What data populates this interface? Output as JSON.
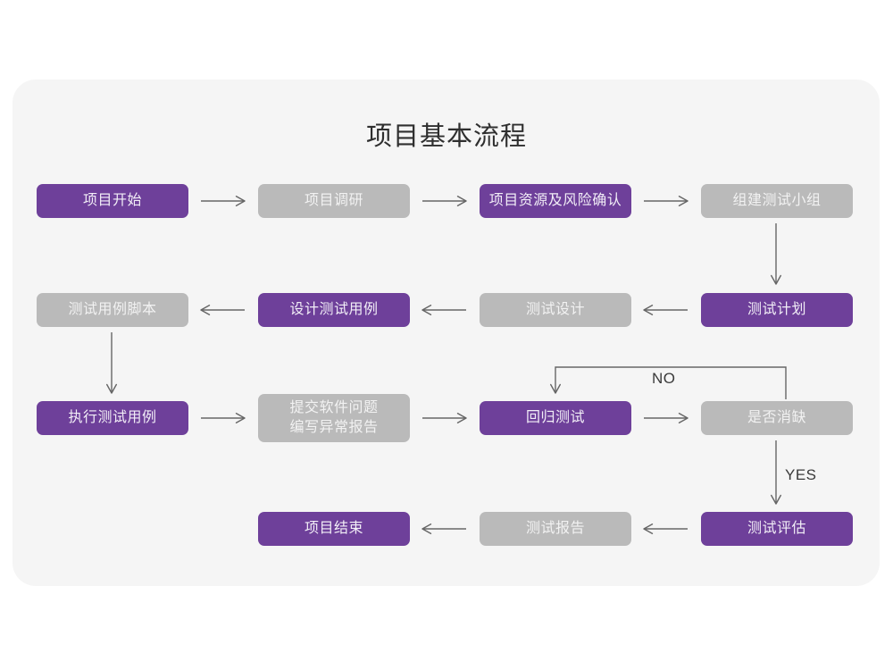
{
  "page": {
    "background": "#ffffff",
    "card_background": "#f5f5f5"
  },
  "title": "项目基本流程",
  "colors": {
    "purple": "#6e409a",
    "gray": "#bababa",
    "purple_text": "#f2eef7",
    "gray_text": "#f2f2f2",
    "arrow": "#666666",
    "title_text": "#2f2f2f",
    "label_text": "#3a3a3a"
  },
  "chart_data": {
    "type": "diagram",
    "title": "项目基本流程",
    "nodes": [
      {
        "id": "n1",
        "label": "项目开始",
        "style": "purple",
        "row": 1,
        "col": 1
      },
      {
        "id": "n2",
        "label": "项目调研",
        "style": "gray",
        "row": 1,
        "col": 2
      },
      {
        "id": "n3",
        "label": "项目资源及风险确认",
        "style": "purple",
        "row": 1,
        "col": 3
      },
      {
        "id": "n4",
        "label": "组建测试小组",
        "style": "gray",
        "row": 1,
        "col": 4
      },
      {
        "id": "n5",
        "label": "测试计划",
        "style": "purple",
        "row": 2,
        "col": 4
      },
      {
        "id": "n6",
        "label": "测试设计",
        "style": "gray",
        "row": 2,
        "col": 3
      },
      {
        "id": "n7",
        "label": "设计测试用例",
        "style": "purple",
        "row": 2,
        "col": 2
      },
      {
        "id": "n8",
        "label": "测试用例脚本",
        "style": "gray",
        "row": 2,
        "col": 1
      },
      {
        "id": "n9",
        "label": "执行测试用例",
        "style": "purple",
        "row": 3,
        "col": 1
      },
      {
        "id": "n10",
        "label": "提交软件问题\n编写异常报告",
        "style": "gray",
        "row": 3,
        "col": 2
      },
      {
        "id": "n11",
        "label": "回归测试",
        "style": "purple",
        "row": 3,
        "col": 3
      },
      {
        "id": "n12",
        "label": "是否消缺",
        "style": "gray",
        "row": 3,
        "col": 4
      },
      {
        "id": "n13",
        "label": "测试评估",
        "style": "purple",
        "row": 4,
        "col": 4
      },
      {
        "id": "n14",
        "label": "测试报告",
        "style": "gray",
        "row": 4,
        "col": 3
      },
      {
        "id": "n15",
        "label": "项目结束",
        "style": "purple",
        "row": 4,
        "col": 2
      }
    ],
    "edges": [
      {
        "from": "n1",
        "to": "n2",
        "label": "",
        "direction": "right"
      },
      {
        "from": "n2",
        "to": "n3",
        "label": "",
        "direction": "right"
      },
      {
        "from": "n3",
        "to": "n4",
        "label": "",
        "direction": "right"
      },
      {
        "from": "n4",
        "to": "n5",
        "label": "",
        "direction": "down"
      },
      {
        "from": "n5",
        "to": "n6",
        "label": "",
        "direction": "left"
      },
      {
        "from": "n6",
        "to": "n7",
        "label": "",
        "direction": "left"
      },
      {
        "from": "n7",
        "to": "n8",
        "label": "",
        "direction": "left"
      },
      {
        "from": "n8",
        "to": "n9",
        "label": "",
        "direction": "down"
      },
      {
        "from": "n9",
        "to": "n10",
        "label": "",
        "direction": "right"
      },
      {
        "from": "n10",
        "to": "n11",
        "label": "",
        "direction": "right"
      },
      {
        "from": "n11",
        "to": "n12",
        "label": "",
        "direction": "right"
      },
      {
        "from": "n12",
        "to": "n11",
        "label": "NO",
        "direction": "loop-up-left"
      },
      {
        "from": "n12",
        "to": "n13",
        "label": "YES",
        "direction": "down"
      },
      {
        "from": "n13",
        "to": "n14",
        "label": "",
        "direction": "left"
      },
      {
        "from": "n14",
        "to": "n15",
        "label": "",
        "direction": "left"
      }
    ],
    "edge_labels": [
      {
        "id": "no-label",
        "text": "NO"
      },
      {
        "id": "yes-label",
        "text": "YES"
      }
    ]
  }
}
